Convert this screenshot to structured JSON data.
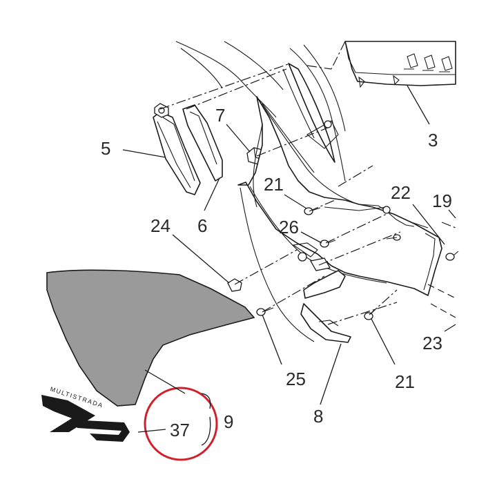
{
  "callouts": {
    "c3": "3",
    "c5": "5",
    "c6": "6",
    "c7": "7",
    "c8": "8",
    "c9": "9",
    "c19": "19",
    "c21a": "21",
    "c21b": "21",
    "c22": "22",
    "c23": "23",
    "c24": "24",
    "c25": "25",
    "c26": "26",
    "c37": "37"
  },
  "decal": {
    "text": "MULTISTRADA",
    "model": "V2"
  },
  "colors": {
    "line": "#1a1a1a",
    "panel_fill": "#9a9a9a",
    "highlight_ring": "#d0202a"
  }
}
